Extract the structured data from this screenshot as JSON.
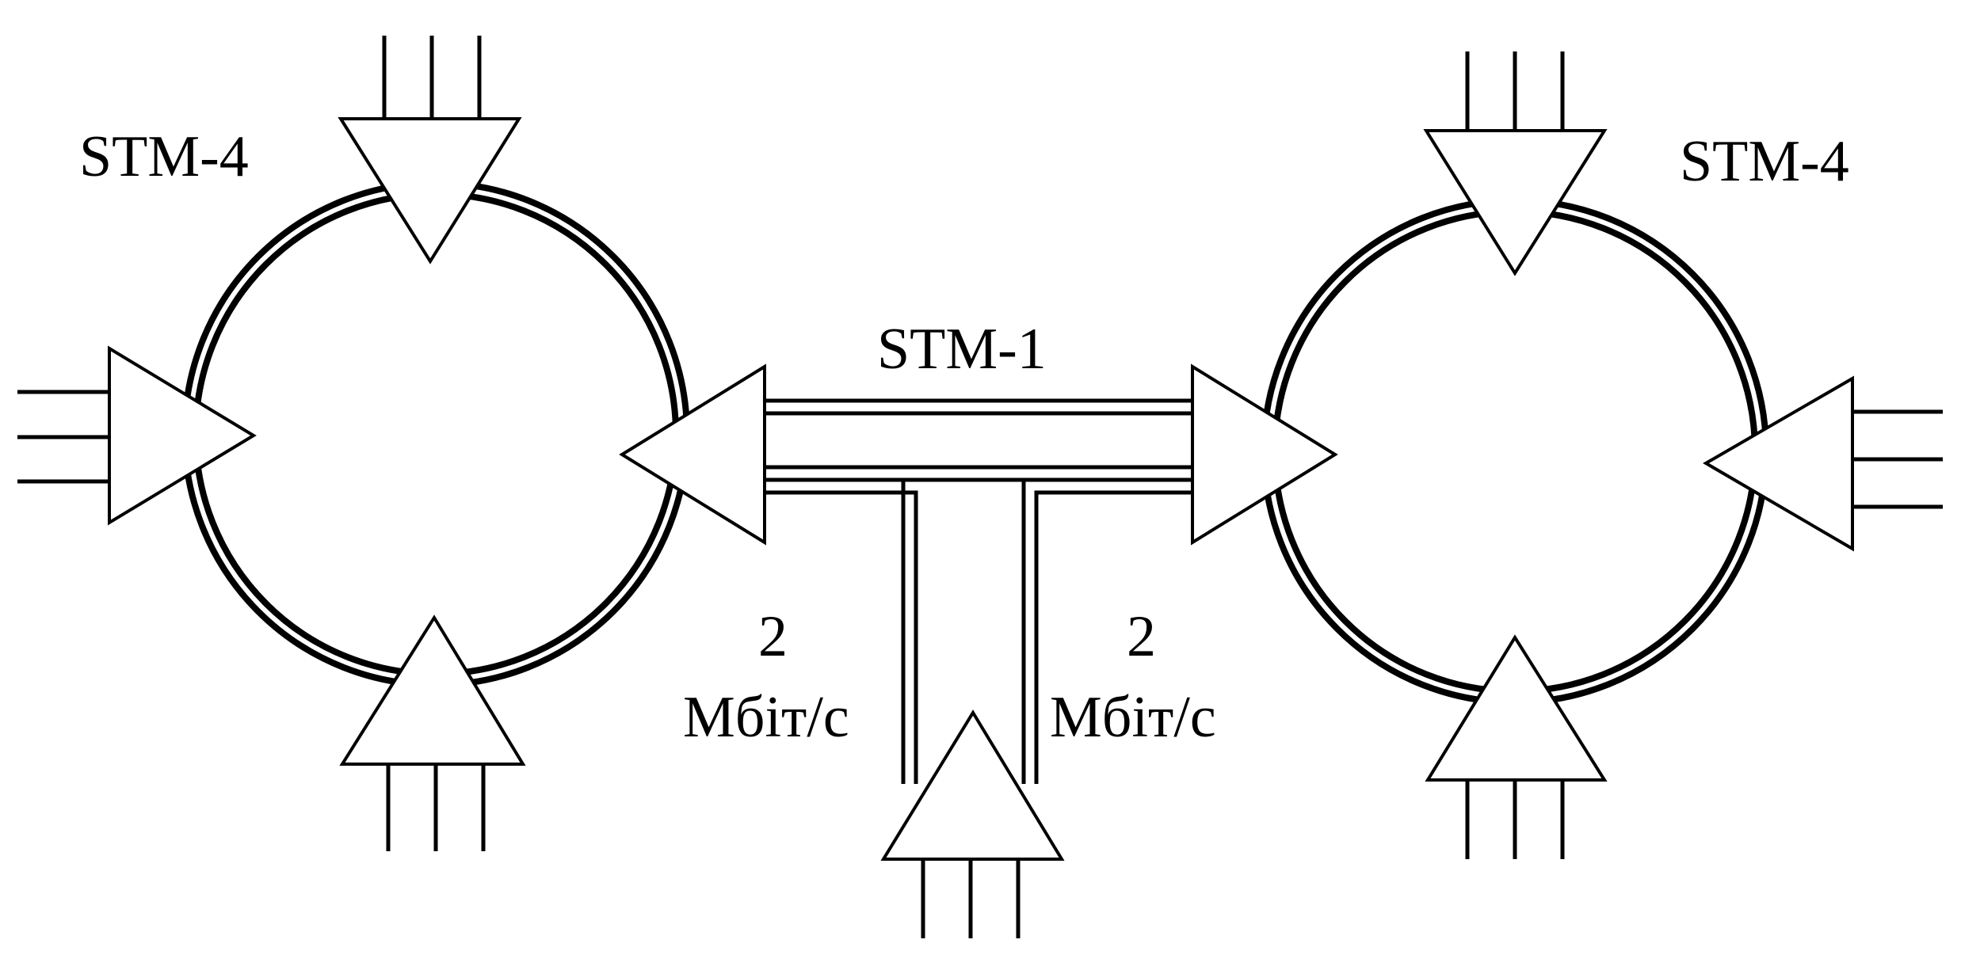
{
  "labels": {
    "ring_left": "STM-4",
    "ring_right": "STM-4",
    "link": "STM-1",
    "branch_left_rate": "2",
    "branch_left_unit": "Мбіт/с",
    "branch_right_rate": "2",
    "branch_right_unit": "Мбіт/с"
  },
  "colors": {
    "line": "#000000",
    "background": "#ffffff"
  }
}
